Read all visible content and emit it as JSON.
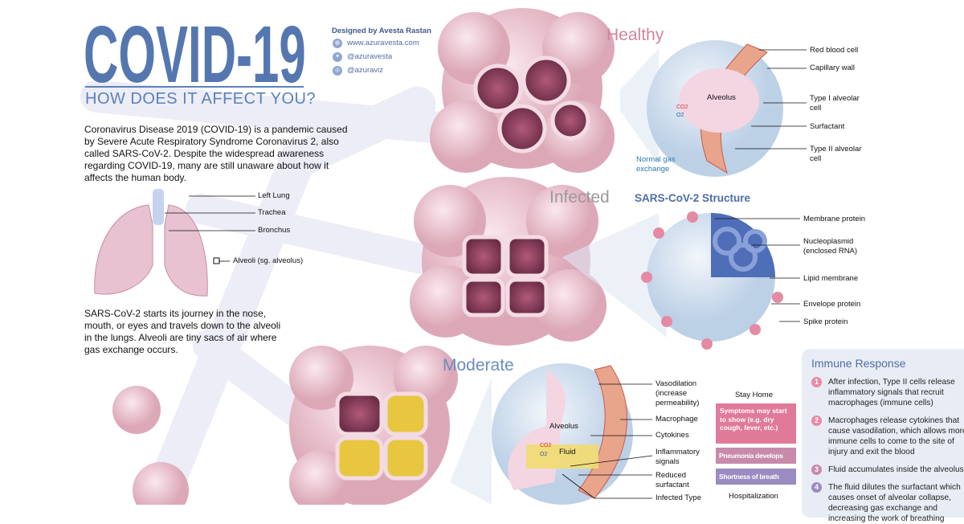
{
  "header": {
    "title": "COVID-19",
    "subtitle": "HOW DOES IT AFFECT YOU?"
  },
  "credit": {
    "designer": "Designed by Avesta Rastan",
    "links": [
      {
        "icon": "globe-icon",
        "text": "www.azuravesta.com"
      },
      {
        "icon": "twitter-icon",
        "text": "@azuravesta"
      },
      {
        "icon": "instagram-icon",
        "text": "@azuraviz"
      }
    ]
  },
  "intro": "Coronavirus Disease 2019 (COVID-19) is a pandemic caused by Severe Acute Respiratory Syndrome Coronavirus 2, also called SARS-CoV-2. Despite the widespread awareness regarding COVID-19, many are still unaware about how it affects the human body.",
  "lungs": {
    "labels": [
      "Left Lung",
      "Trachea",
      "Bronchus",
      "Alveoli (sg. alveolus)"
    ]
  },
  "journey": "SARS-CoV-2 starts its journey in the nose, mouth, or eyes and travels down to the alveoli in the lungs. Alveoli are tiny sacs of air where gas exchange occurs.",
  "healthy": {
    "stage": "Healthy",
    "center": "Alveolus",
    "co2": "CO2",
    "o2": "O2",
    "gas": "Normal gas exchange",
    "labels": [
      "Red blood cell",
      "Capillary wall",
      "Type I alveolar cell",
      "Surfactant",
      "Type II alveolar cell"
    ]
  },
  "infected": {
    "stage": "Infected"
  },
  "virus": {
    "title": "SARS-CoV-2 Structure",
    "labels": [
      "Membrane protein",
      "Nucleoplasmid (enclosed RNA)",
      "Lipid membrane",
      "Envelope protein",
      "Spike protein"
    ]
  },
  "moderate": {
    "stage": "Moderate",
    "center": "Alveolus",
    "fluid": "Fluid",
    "co2": "CO2",
    "o2": "O2",
    "labels": [
      "Vasodilation (increase permeability)",
      "Macrophage",
      "Cytokines",
      "Inflammatory signals",
      "Reduced surfactant",
      "Infected Type"
    ]
  },
  "timeline": {
    "top": "Stay Home",
    "boxes": [
      "Symptoms may start to show (e.g. dry cough, fever, etc.)",
      "Pneumonia develops",
      "Shortness of breath"
    ],
    "bottom": "Hospitalization"
  },
  "immune": {
    "title": "Immune Response",
    "steps": [
      {
        "n": "1",
        "text": "After infection, Type II cells release inflammatory signals that recruit macrophages (immune cells)"
      },
      {
        "n": "2",
        "text": "Macrophages release cytokines that cause vasodilation, which allows more immune cells to come to the site of injury and exit the blood"
      },
      {
        "n": "3",
        "text": "Fluid accumulates inside the alveolus"
      },
      {
        "n": "4",
        "text": "The fluid dilutes the surfactant which causes onset of alveolar collapse, decreasing gas exchange and increasing the work of breathing"
      }
    ]
  },
  "colors": {
    "title": "#5577b0",
    "healthy": "#d0869a",
    "infected": "#9a9a9a",
    "moderate": "#6a8cc0",
    "pink": "#e07a98",
    "mauve": "#c88aaa",
    "purple": "#9a8cc0"
  }
}
